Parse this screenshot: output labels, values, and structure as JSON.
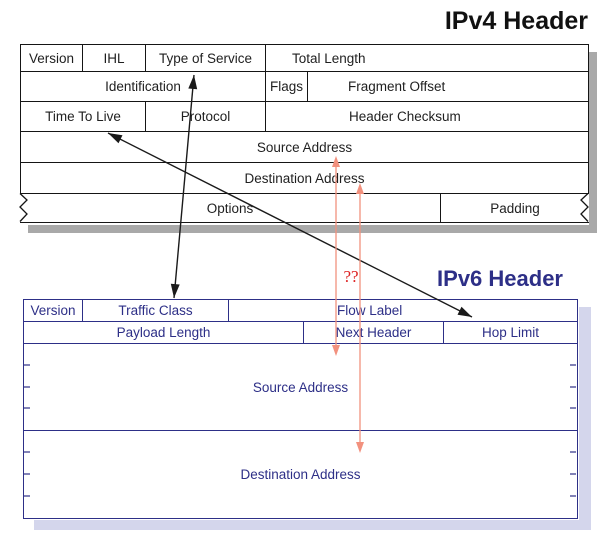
{
  "ipv4_header": {
    "title": "IPv4 Header",
    "fields": {
      "version": "Version",
      "ihl": "IHL",
      "type_of_service": "Type of Service",
      "total_length": "Total Length",
      "identification": "Identification",
      "flags": "Flags",
      "fragment_offset": "Fragment Offset",
      "time_to_live": "Time To Live",
      "protocol": "Protocol",
      "header_checksum": "Header Checksum",
      "source_address": "Source Address",
      "destination_address": "Destination Address",
      "options": "Options",
      "padding": "Padding"
    }
  },
  "ipv6_header": {
    "title": "IPv6 Header",
    "fields": {
      "version": "Version",
      "traffic_class": "Traffic Class",
      "flow_label": "Flow Label",
      "payload_length": "Payload Length",
      "next_header": "Next Header",
      "hop_limit": "Hop Limit",
      "source_address": "Source Address",
      "destination_address": "Destination Address"
    }
  },
  "annotations": {
    "question_marks": "??",
    "mappings": [
      {
        "from": "ipv4.type_of_service",
        "to": "ipv6.traffic_class",
        "style": "black-double-arrow"
      },
      {
        "from": "ipv4.time_to_live",
        "to": "ipv6.hop_limit",
        "style": "black-double-arrow"
      },
      {
        "from": "ipv4.source_address",
        "to": "ipv6.source_address",
        "style": "salmon-double-arrow"
      },
      {
        "from": "ipv4.destination_address",
        "to": "ipv6.destination_address",
        "style": "salmon-double-arrow-with-question"
      }
    ]
  },
  "colors": {
    "ipv4_line": "#151515",
    "ipv4_text": "#1f1f1f",
    "ipv4_shadow": "#a9a9a9",
    "ipv6_line": "#2d2f87",
    "ipv6_text": "#2d2f87",
    "ipv6_shadow": "#d4d6ec",
    "black_arrow": "#1a1a1a",
    "salmon_arrow": "#f2917e",
    "question_red": "#dd2222",
    "background": "#ffffff"
  }
}
